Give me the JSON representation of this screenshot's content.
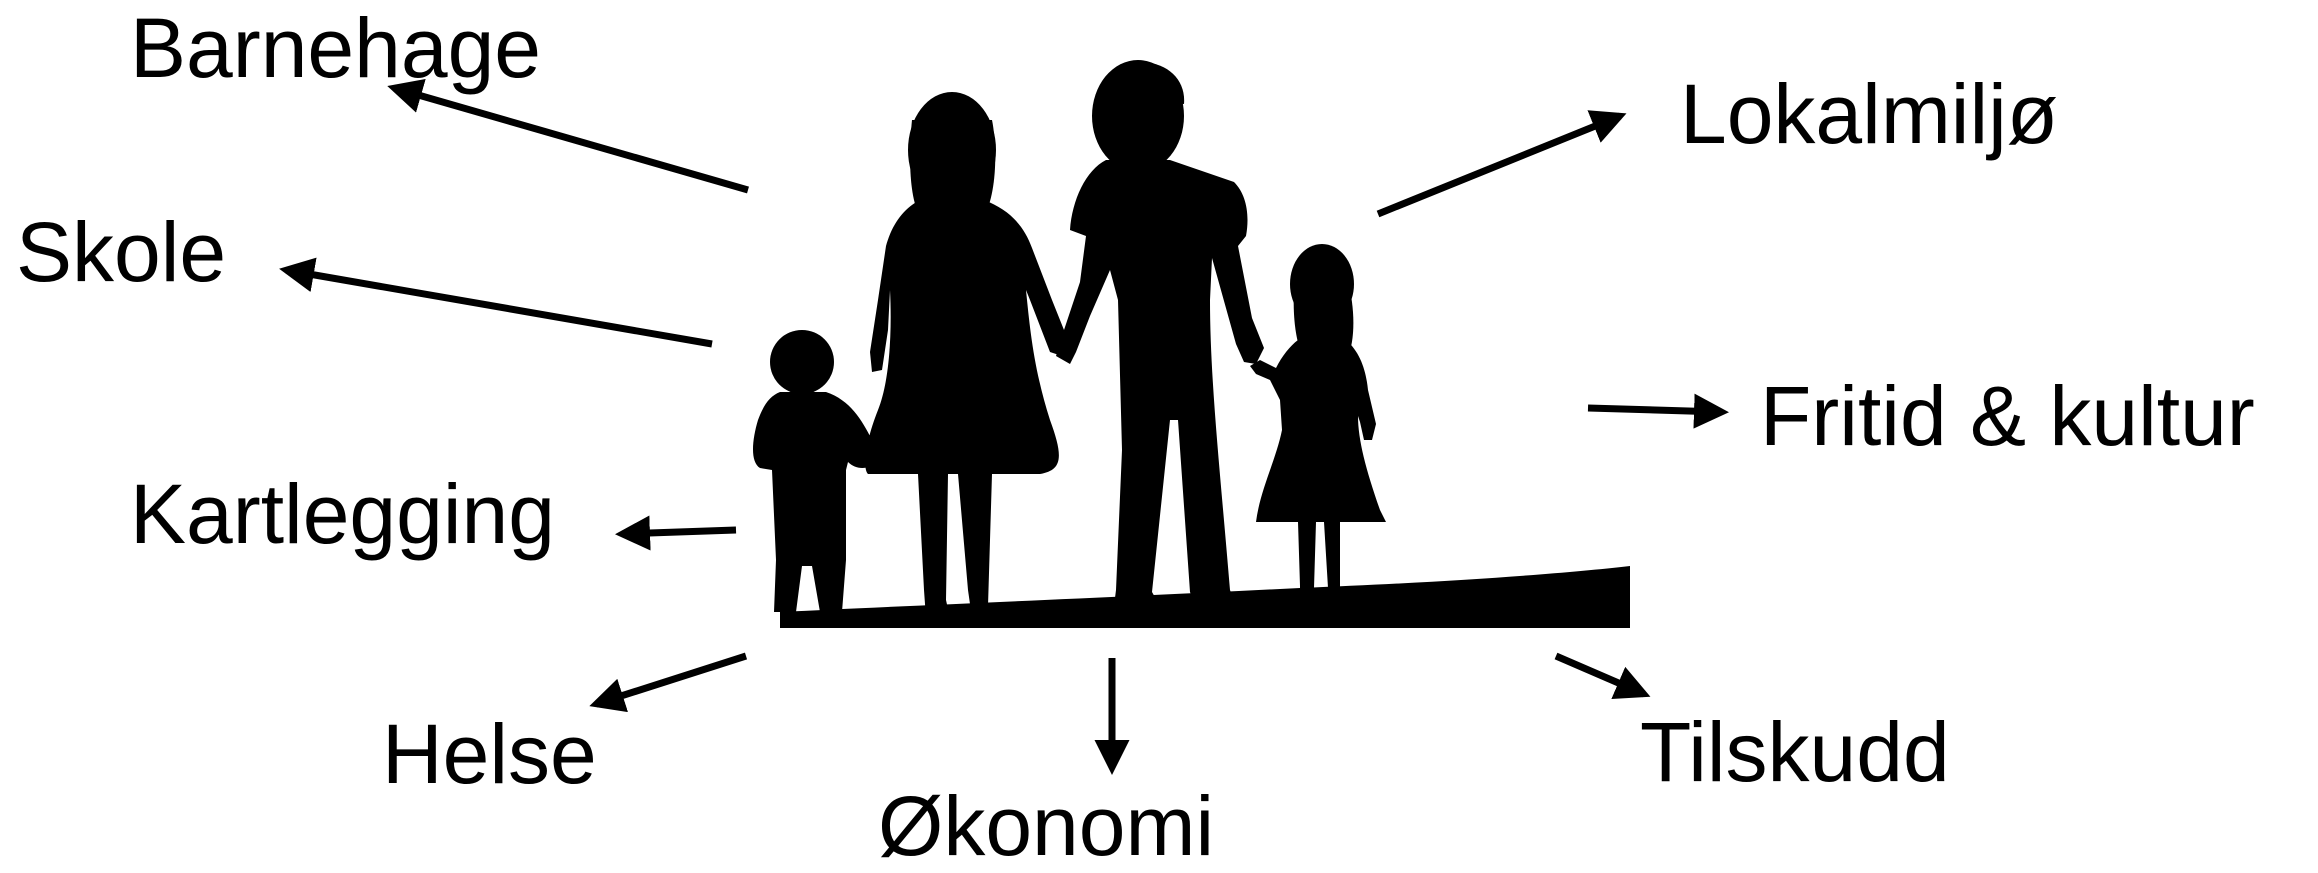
{
  "labels": {
    "barnehage": "Barnehage",
    "skole": "Skole",
    "kartlegging": "Kartlegging",
    "helse": "Helse",
    "okonomi": "Økonomi",
    "tilskudd": "Tilskudd",
    "fritid": "Fritid & kultur",
    "lokalmiljo": "Lokalmiljø"
  },
  "colors": {
    "ink": "#000000",
    "background": "#ffffff"
  },
  "icons": [
    "family-silhouette-icon",
    "ground-silhouette"
  ]
}
